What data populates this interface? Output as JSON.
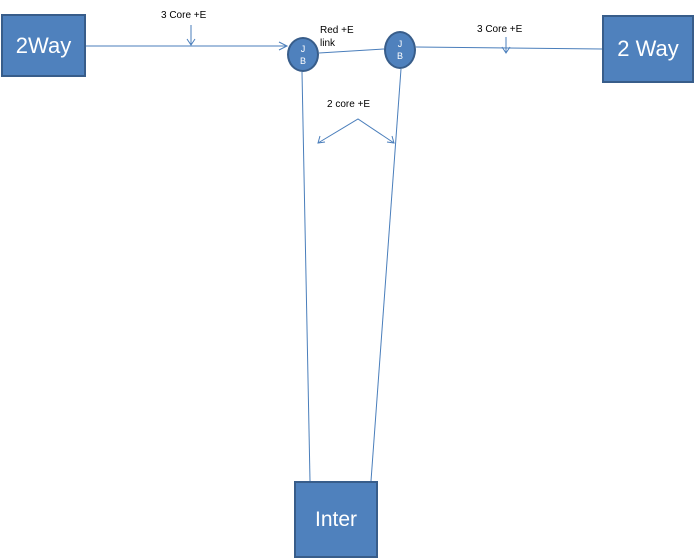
{
  "boxes": {
    "left": "2Way",
    "right": "2 Way",
    "bottom": "Inter"
  },
  "junction_boxes": {
    "jb1": {
      "line1": "J",
      "line2": "B"
    },
    "jb2": {
      "line1": "J",
      "line2": "B"
    }
  },
  "labels": {
    "top_left": "3 Core +E",
    "link_line1": "Red +E",
    "link_line2": "link",
    "top_right": "3 Core +E",
    "middle": "2 core +E"
  },
  "colors": {
    "box_fill": "#4f81bd",
    "box_border": "#385d8a",
    "line": "#4a7ebb"
  }
}
